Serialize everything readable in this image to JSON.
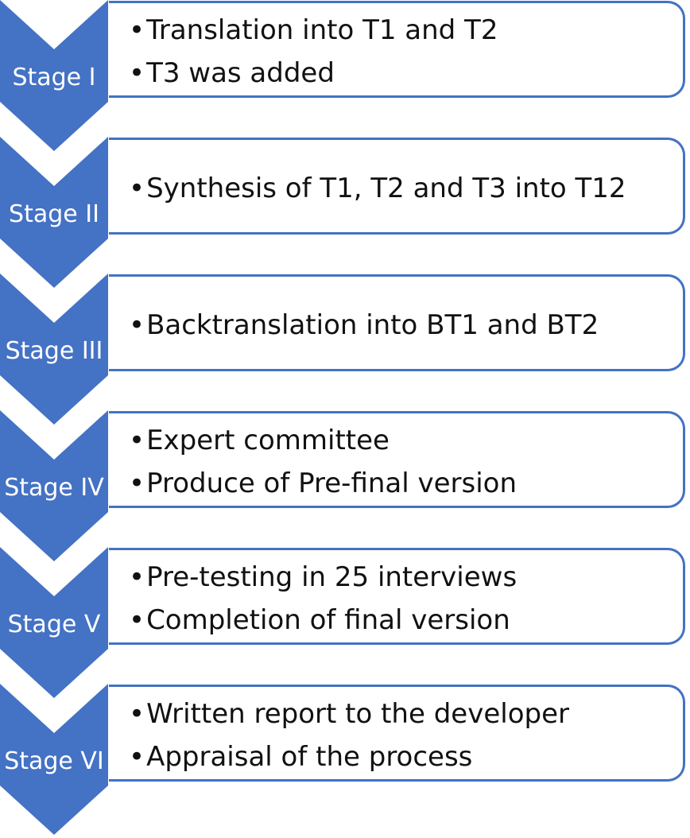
{
  "colors": {
    "chevron": "#4472c4",
    "border": "#4472c4",
    "label": "#ffffff",
    "text": "#111111"
  },
  "stages": [
    {
      "label": "Stage I",
      "items": [
        "Translation into T1 and T2",
        "T3 was added"
      ]
    },
    {
      "label": "Stage II",
      "items": [
        "Synthesis of T1, T2 and T3 into T12"
      ]
    },
    {
      "label": "Stage III",
      "items": [
        "Backtranslation into BT1 and BT2"
      ]
    },
    {
      "label": "Stage IV",
      "items": [
        "Expert committee",
        "Produce of Pre-final version"
      ]
    },
    {
      "label": "Stage V",
      "items": [
        "Pre-testing in 25 interviews",
        "Completion of final version"
      ]
    },
    {
      "label": "Stage VI",
      "items": [
        "Written report to the developer",
        "Appraisal of the process"
      ]
    }
  ]
}
